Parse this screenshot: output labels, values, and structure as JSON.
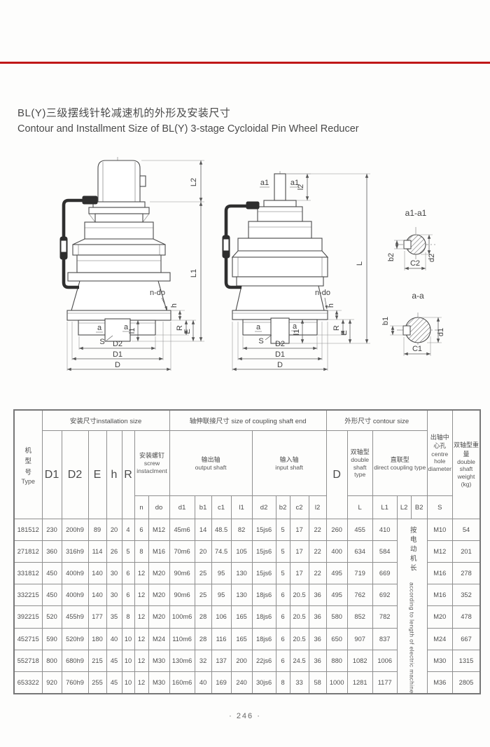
{
  "page": {
    "title_cn": "BL(Y)三级摆线针轮减速机的外形及安装尺寸",
    "title_en": "Contour and Installment Size of BL(Y) 3-stage Cycloidal Pin Wheel Reducer",
    "page_number": "· 246 ·",
    "accent_red": "#c01818"
  },
  "drawing": {
    "labels": {
      "L2": "L2",
      "L1": "L1",
      "L": "L",
      "l2": "l2",
      "l1": "l1",
      "a": "a",
      "a1": "a1",
      "S": "S",
      "n_do": "n-do",
      "h": "h",
      "R": "R",
      "E": "E",
      "D": "D",
      "D1": "D1",
      "D2": "D2",
      "sec_a1": "a1-a1",
      "sec_a": "a-a",
      "b1": "b1",
      "b2": "b2",
      "C1": "C1",
      "C2": "C2",
      "d1": "d1",
      "d2": "d2"
    }
  },
  "table": {
    "type_col": {
      "cn": "机型号",
      "en": "Type"
    },
    "groups": {
      "install": "安装尺寸installation size",
      "coupling": "轴伸联接尺寸 size of coupling shaft end",
      "contour": "外形尺寸 contour size",
      "centre_hole": {
        "cn": "出轴中心孔",
        "en": "centre hole diameter"
      },
      "weight": {
        "cn": "双轴型重量",
        "en": "double shaft weight",
        "unit": "(kg)"
      }
    },
    "subgroups": {
      "screw": {
        "cn": "安装螺钉",
        "en": "screw instaclment"
      },
      "output_shaft": {
        "cn": "输出轴",
        "en": "output shaft"
      },
      "input_shaft": {
        "cn": "输入轴",
        "en": "input shaft"
      },
      "double_shaft": {
        "cn": "双轴型",
        "en": "double shaft type"
      },
      "direct": {
        "cn": "直联型",
        "en": "direct coupling type"
      }
    },
    "cols": {
      "D1": "D1",
      "D2": "D2",
      "E": "E",
      "h": "h",
      "R": "R",
      "n": "n",
      "do": "do",
      "d1": "d1",
      "b1": "b1",
      "c1": "c1",
      "l1": "l1",
      "d2": "d2",
      "b2": "b2",
      "c2": "c2",
      "l2": "l2",
      "D": "D",
      "L": "L",
      "L1": "L1",
      "L2": "L2",
      "B2": "B2",
      "S": "S"
    },
    "note_cn": "按电动机长",
    "note_en": "according to length of electric machine",
    "rows": [
      [
        "181512",
        "230",
        "200h9",
        "89",
        "20",
        "4",
        "6",
        "M12",
        "45m6",
        "14",
        "48.5",
        "82",
        "15js6",
        "5",
        "17",
        "22",
        "260",
        "455",
        "410",
        "M10",
        "54"
      ],
      [
        "271812",
        "360",
        "316h9",
        "114",
        "26",
        "5",
        "8",
        "M16",
        "70m6",
        "20",
        "74.5",
        "105",
        "15js6",
        "5",
        "17",
        "22",
        "400",
        "634",
        "584",
        "M12",
        "201"
      ],
      [
        "331812",
        "450",
        "400h9",
        "140",
        "30",
        "6",
        "12",
        "M20",
        "90m6",
        "25",
        "95",
        "130",
        "15js6",
        "5",
        "17",
        "22",
        "495",
        "719",
        "669",
        "M16",
        "278"
      ],
      [
        "332215",
        "450",
        "400h9",
        "140",
        "30",
        "6",
        "12",
        "M20",
        "90m6",
        "25",
        "95",
        "130",
        "18js6",
        "6",
        "20.5",
        "36",
        "495",
        "762",
        "692",
        "M16",
        "352"
      ],
      [
        "392215",
        "520",
        "455h9",
        "177",
        "35",
        "8",
        "12",
        "M20",
        "100m6",
        "28",
        "106",
        "165",
        "18js6",
        "6",
        "20.5",
        "36",
        "580",
        "852",
        "782",
        "M20",
        "478"
      ],
      [
        "452715",
        "590",
        "520h9",
        "180",
        "40",
        "10",
        "12",
        "M24",
        "110m6",
        "28",
        "116",
        "165",
        "18js6",
        "6",
        "20.5",
        "36",
        "650",
        "907",
        "837",
        "M24",
        "667"
      ],
      [
        "552718",
        "800",
        "680h9",
        "215",
        "45",
        "10",
        "12",
        "M30",
        "130m6",
        "32",
        "137",
        "200",
        "22js6",
        "6",
        "24.5",
        "36",
        "880",
        "1082",
        "1006",
        "M30",
        "1315"
      ],
      [
        "653322",
        "920",
        "760h9",
        "255",
        "45",
        "10",
        "12",
        "M30",
        "160m6",
        "40",
        "169",
        "240",
        "30js6",
        "8",
        "33",
        "58",
        "1000",
        "1281",
        "1177",
        "M36",
        "2805"
      ]
    ]
  }
}
